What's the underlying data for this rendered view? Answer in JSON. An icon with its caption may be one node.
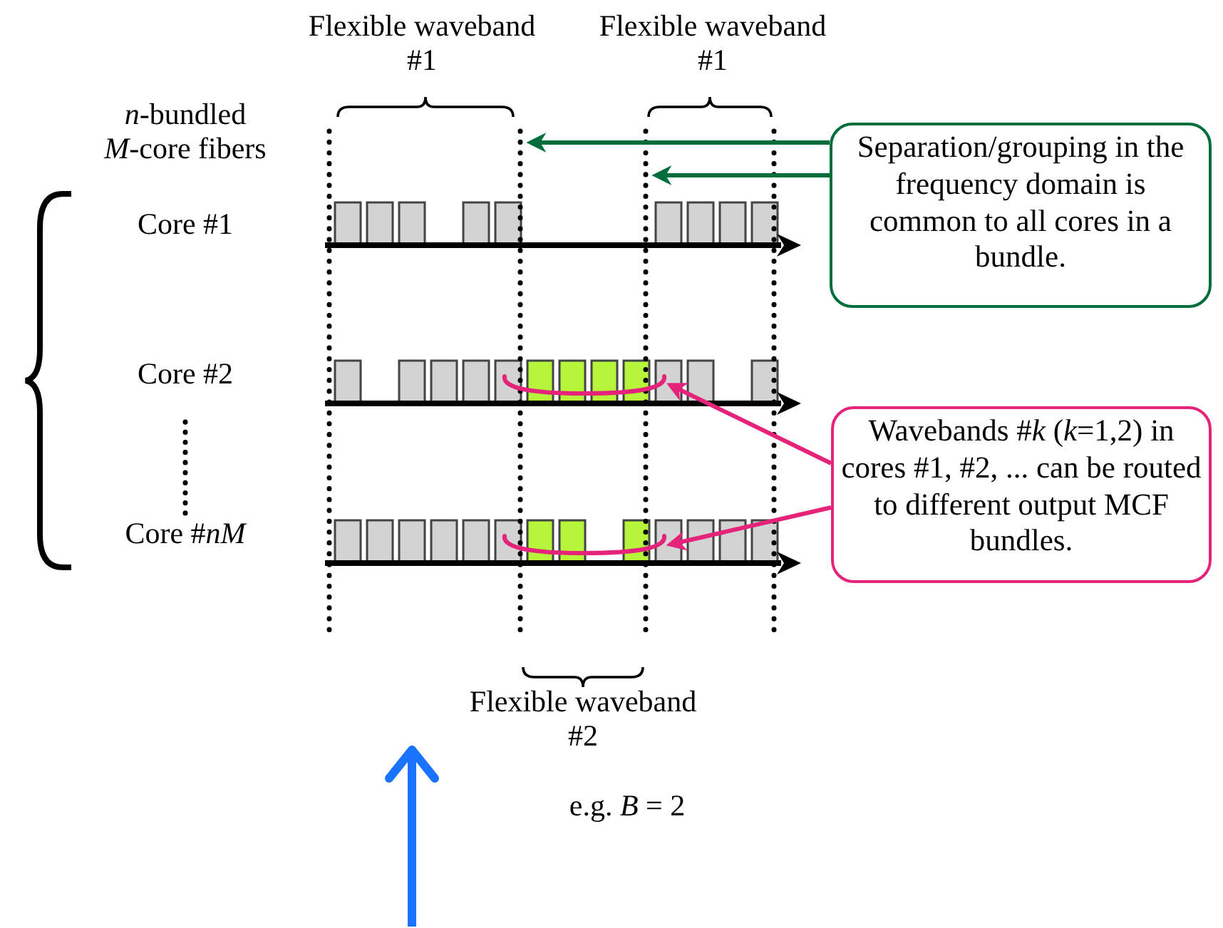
{
  "diagram": {
    "nodes": [
      {
        "text": [
          "Separation/grouping in the frequency domain is common to all cores in a bundle."
        ]
      },
      {
        "text": [
          "Wavebands #*k* (*k*=1,2) in cores #1, #2, ... can be routed to different output MCF bundles."
        ]
      },
      {
        "text": [],
        "shape": "ellipse"
      },
      {
        "text": [],
        "shape": "ellipse"
      }
    ],
    "edges": [
      {
        "from": 0,
        "to": null,
        "arrow": "to",
        "color": "#006e3c"
      },
      {
        "from": 0,
        "to": null,
        "arrow": "to",
        "color": "#006e3c"
      },
      {
        "from": 1,
        "to": 2,
        "arrow": "to",
        "color": "#e6237a"
      },
      {
        "from": 1,
        "to": 3,
        "arrow": "to",
        "color": "#e6237a"
      }
    ],
    "labels": [
      "Flexible waveband #1",
      "Flexible waveband #1",
      "*n*-bundled *M*-core fibers",
      "Core #1",
      "Core #2",
      "Core #*nM*",
      "Flexible waveband #2",
      "e.g. *B* = 2"
    ]
  }
}
